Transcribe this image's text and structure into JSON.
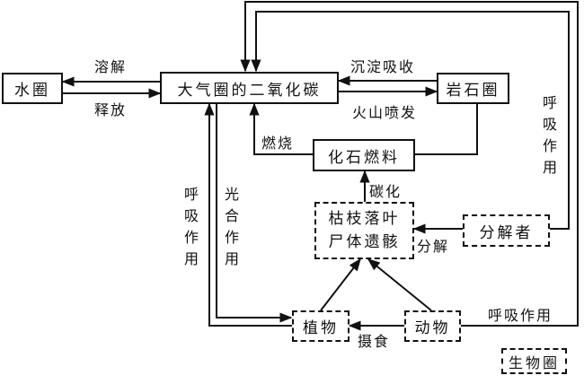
{
  "title": "碳循环示意图",
  "nodes": {
    "hydrosphere": "水圈",
    "atmosphere_co2": "大气圈的二氧化碳",
    "lithosphere": "岩石圈",
    "fossil_fuel": "化石燃料",
    "litter_line1": "枯枝落叶",
    "litter_line2": "尸体遗骸",
    "decomposer": "分解者",
    "plants": "植物",
    "animals": "动物",
    "biosphere_legend": "生物圈"
  },
  "edges": {
    "dissolve": "溶解",
    "release": "释放",
    "sediment_absorb": "沉淀吸收",
    "volcano": "火山喷发",
    "combustion": "燃烧",
    "carbonization": "碳化",
    "decompose": "分解",
    "ingest": "摄食",
    "respiration_plants": "呼吸作用",
    "photosynthesis": "光合作用",
    "respiration_decomposer": "呼吸作用",
    "respiration_animals": "呼吸作用"
  }
}
